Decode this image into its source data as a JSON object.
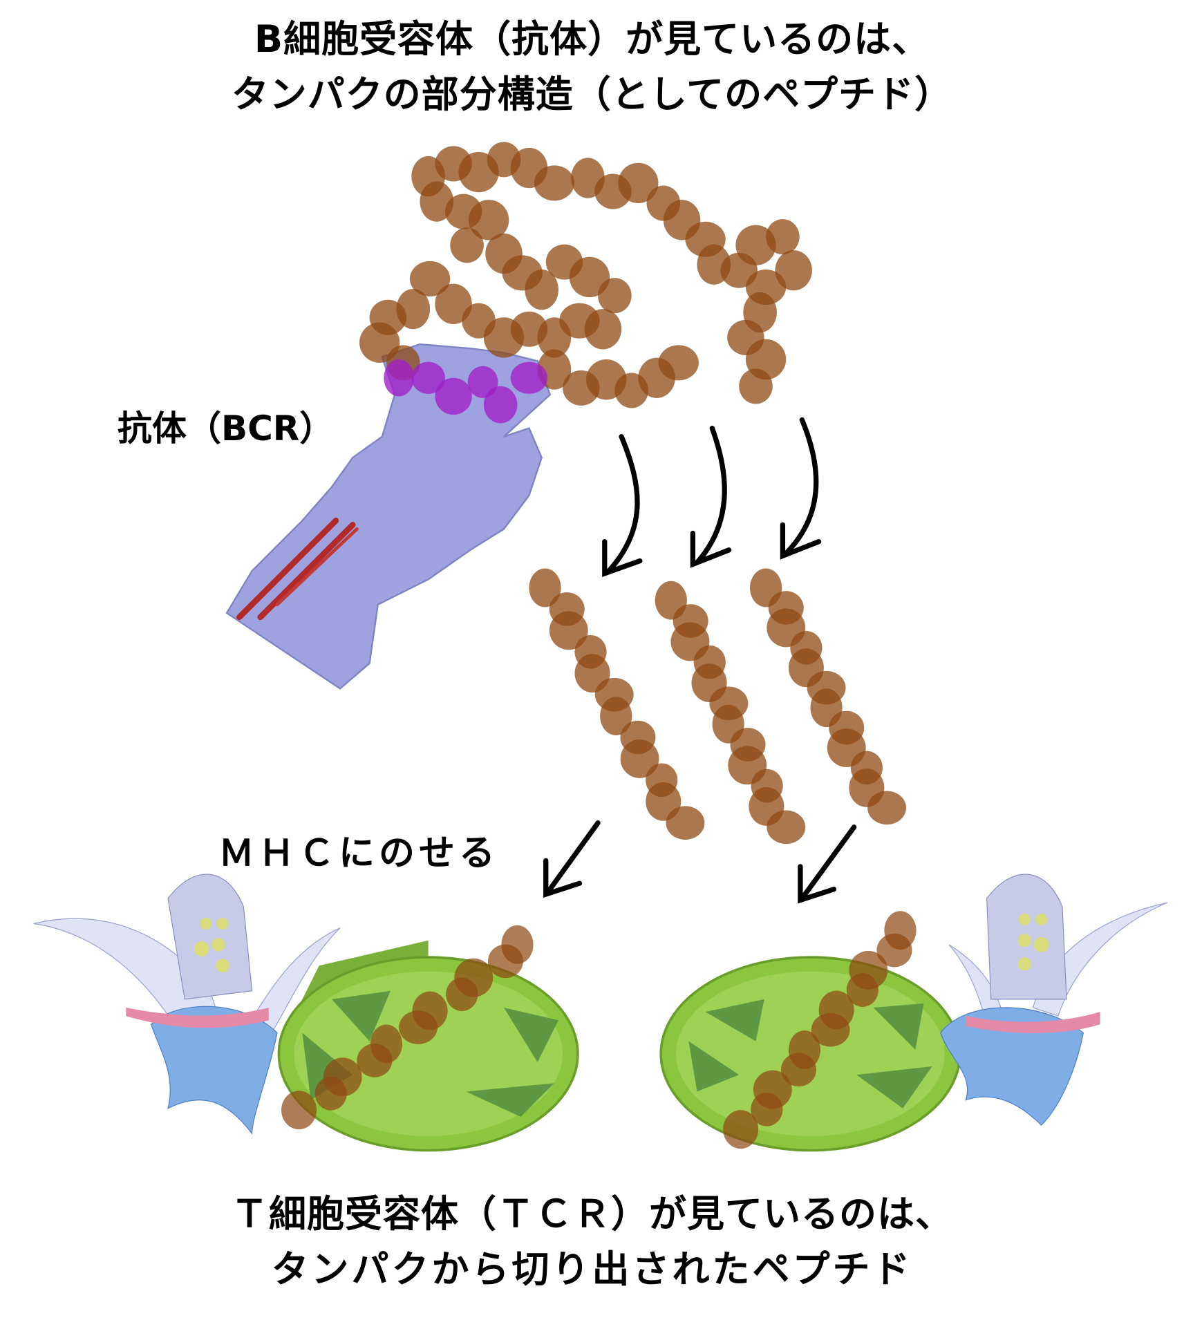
{
  "top_caption": {
    "line1": "B細胞受容体（抗体）が見ているのは、",
    "line2": "タンパクの部分構造（としてのペプチド）"
  },
  "antibody_label": "抗体（BCR）",
  "mhc_label": "ＭＨＣにのせる",
  "bottom_caption": {
    "line1": "Ｔ細胞受容体（ＴＣＲ）が見ているのは、",
    "line2": "タンパクから切り出されたペプチド"
  },
  "colors": {
    "peptide": "#8f4a14",
    "epitope": "#a020c8",
    "hand": "#9ea3e0",
    "mhc_bowl": "#8cc63f",
    "arrow": "#000000"
  }
}
